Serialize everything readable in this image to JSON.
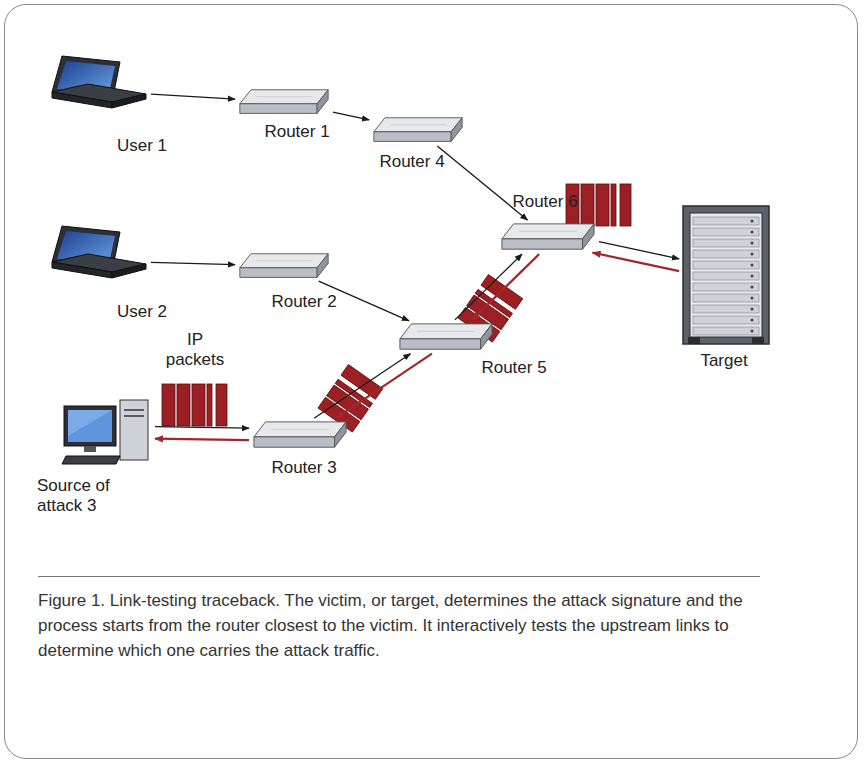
{
  "diagram": {
    "caption": "Figure 1. Link-testing traceback. The victim, or target, determines the attack signature and the process starts from the router closest to the victim. It interactively tests the upstream links to determine which one carries the attack traffic.",
    "nodes": [
      {
        "text": [
          "User 1"
        ]
      },
      {
        "text": [
          "Router 1"
        ]
      },
      {
        "text": [
          "Router 4"
        ]
      },
      {
        "text": [
          "Router 6"
        ]
      },
      {
        "text": [
          "User 2"
        ]
      },
      {
        "text": [
          "Router 2"
        ]
      },
      {
        "text": [
          "Router 5"
        ]
      },
      {
        "text": [
          "Target"
        ]
      },
      {
        "text": [
          "Source of attack 3"
        ]
      },
      {
        "text": [
          "Router 3"
        ]
      }
    ],
    "edges": [
      {
        "from": 0,
        "to": 1,
        "arrow": "to"
      },
      {
        "from": 1,
        "to": 2,
        "arrow": "to"
      },
      {
        "from": 2,
        "to": 3,
        "arrow": "to"
      },
      {
        "from": 4,
        "to": 5,
        "arrow": "to"
      },
      {
        "from": 5,
        "to": 6,
        "arrow": "to"
      },
      {
        "from": 8,
        "to": 9,
        "arrow": "to"
      },
      {
        "from": 9,
        "to": 6,
        "arrow": "to"
      },
      {
        "from": 6,
        "to": 3,
        "arrow": "to"
      },
      {
        "from": 3,
        "to": 7,
        "arrow": "to"
      },
      {
        "from": 7,
        "to": 3,
        "arrow": "to"
      },
      {
        "from": 3,
        "to": 6,
        "arrow": "to"
      },
      {
        "from": 6,
        "to": 9,
        "arrow": "to"
      },
      {
        "from": 9,
        "to": 8,
        "arrow": "to"
      }
    ],
    "labels": [
      "IP packets"
    ]
  }
}
